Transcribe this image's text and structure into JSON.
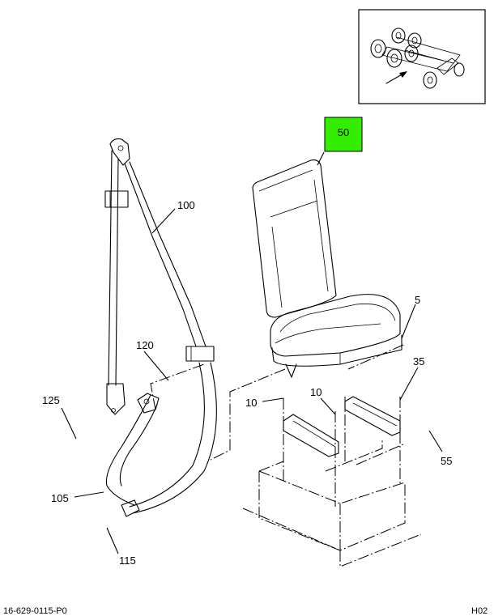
{
  "callouts": {
    "c50": "50",
    "c100": "100",
    "c5": "5",
    "c120": "120",
    "c35": "35",
    "c125": "125",
    "c10a": "10",
    "c10b": "10",
    "c55": "55",
    "c105": "105",
    "c115": "115"
  },
  "footer": {
    "left": "16-629-0115-P0",
    "right": "H02"
  },
  "colors": {
    "highlight": "#33ee00",
    "line": "#000000"
  },
  "icons": {
    "locator": "truck-chassis-locator-icon"
  }
}
